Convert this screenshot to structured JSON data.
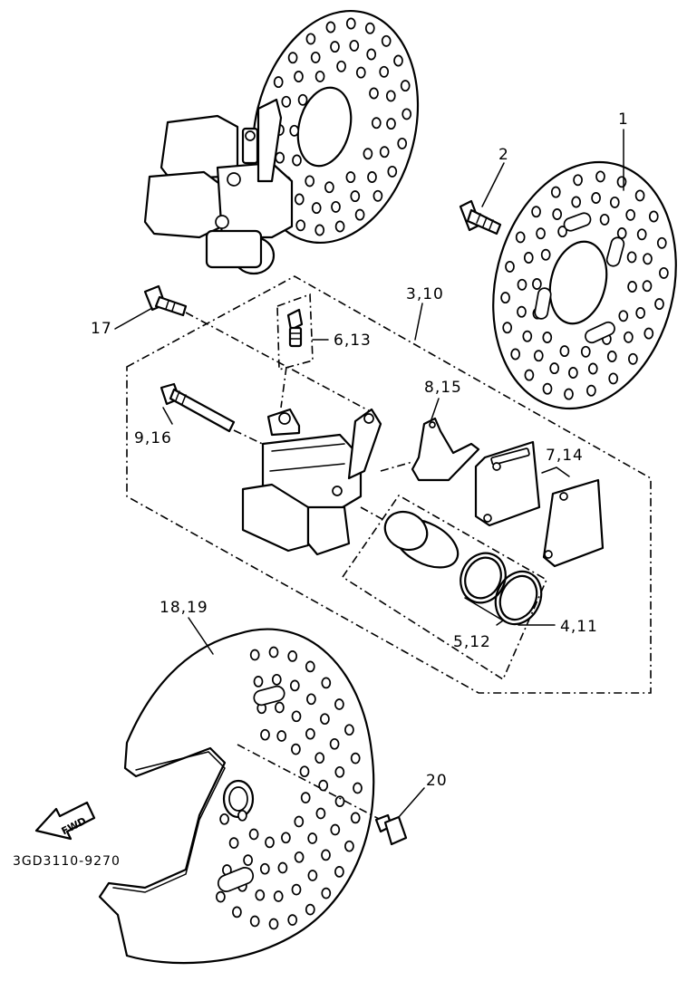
{
  "diagram_code": "3GD3110-9270",
  "fwd_label": "FWD",
  "callouts": [
    {
      "id": "c1",
      "text": "1"
    },
    {
      "id": "c2",
      "text": "2"
    },
    {
      "id": "c3",
      "text": "3,10"
    },
    {
      "id": "c17",
      "text": "17"
    },
    {
      "id": "c6",
      "text": "6,13"
    },
    {
      "id": "c8",
      "text": "8,15"
    },
    {
      "id": "c9",
      "text": "9,16"
    },
    {
      "id": "c7",
      "text": "7,14"
    },
    {
      "id": "c18",
      "text": "18,19"
    },
    {
      "id": "c5",
      "text": "5,12"
    },
    {
      "id": "c4",
      "text": "4,11"
    },
    {
      "id": "c20",
      "text": "20"
    }
  ]
}
